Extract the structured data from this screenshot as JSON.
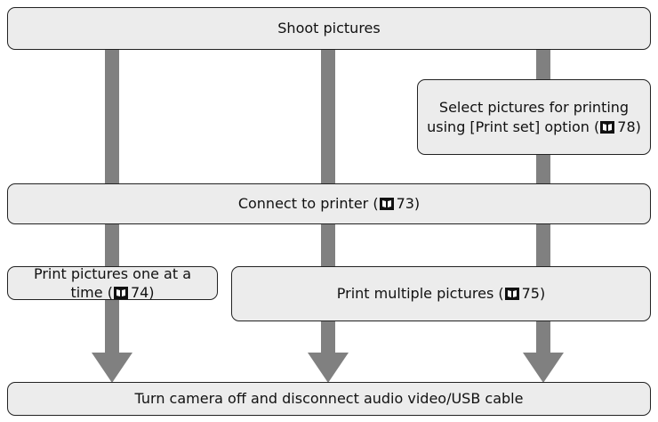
{
  "nodes": {
    "shoot": {
      "label": "Shoot pictures"
    },
    "select": {
      "line1": "Select pictures for printing",
      "line2_pre": "using [Print set] option (",
      "ref": "78",
      "line2_post": ")"
    },
    "connect": {
      "label_pre": "Connect to printer (",
      "ref": "73",
      "label_post": ")"
    },
    "print_one": {
      "line1": "Print pictures one at a",
      "line2_pre": "time (",
      "ref": "74",
      "line2_post": ")"
    },
    "print_multi": {
      "label_pre": "Print multiple pictures (",
      "ref": "75",
      "label_post": ")"
    },
    "turn_off": {
      "label": "Turn camera off and disconnect audio video/USB cable"
    }
  },
  "icons": {
    "reference": "book-reference-icon"
  },
  "colors": {
    "connector": "#808080",
    "box_fill": "#ececec",
    "box_border": "#222222"
  }
}
